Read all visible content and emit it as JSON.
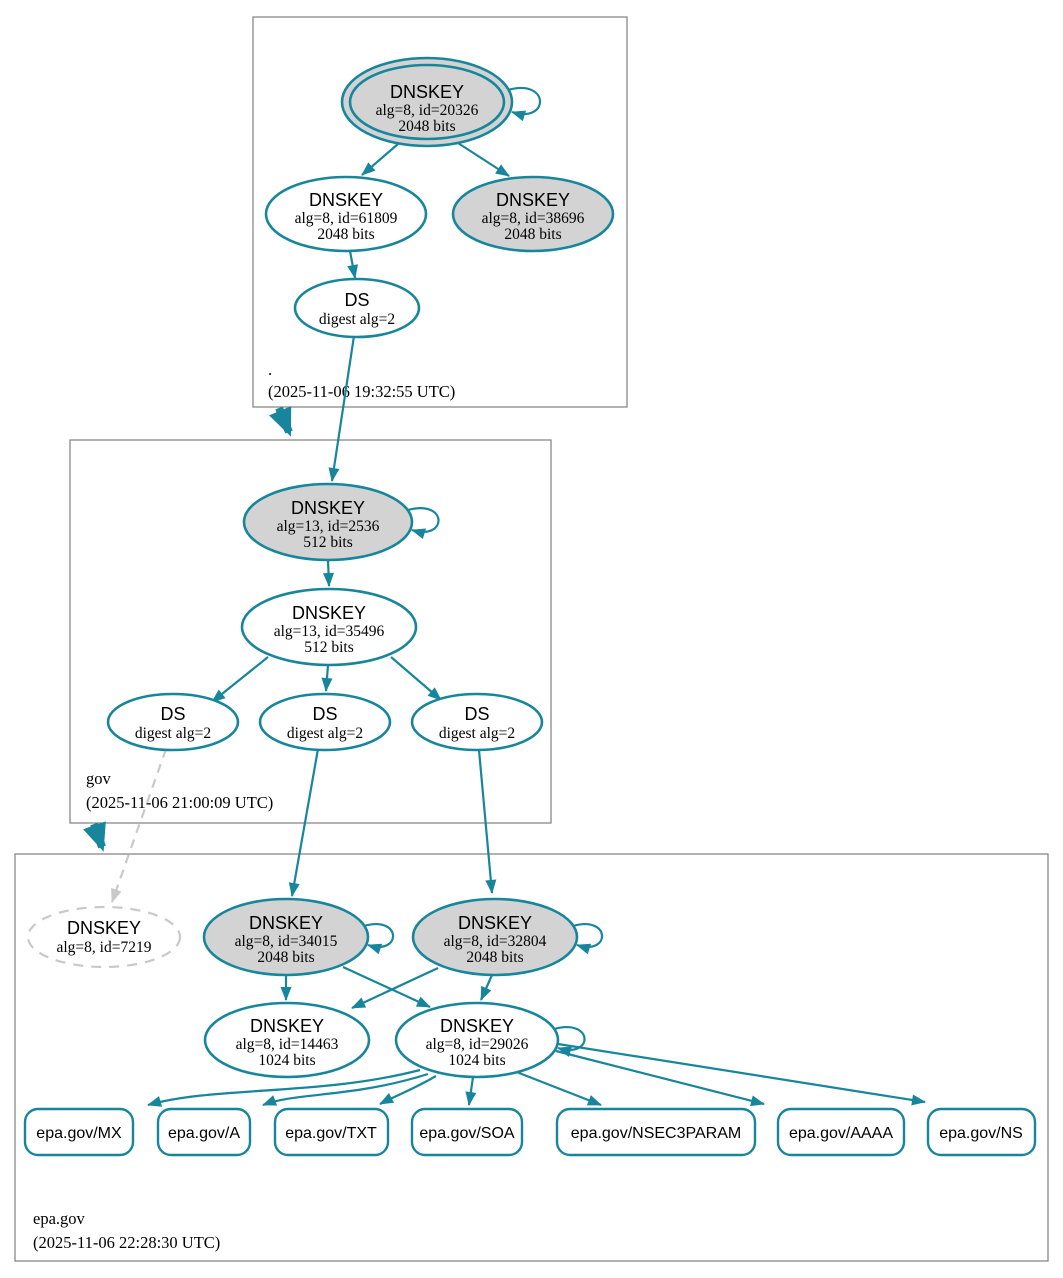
{
  "colors": {
    "edge_teal": "#17869c",
    "sep_key_fill": "#d3d3d3",
    "plain_fill": "#ffffff",
    "missing_stroke": "#c9c9c9",
    "zone_box_stroke": "#7f7f7f"
  },
  "zones": {
    "root": {
      "label": ".",
      "timestamp": "(2025-11-06 19:32:55 UTC)"
    },
    "gov": {
      "label": "gov",
      "timestamp": "(2025-11-06 21:00:09 UTC)"
    },
    "epa": {
      "label": "epa.gov",
      "timestamp": "(2025-11-06 22:28:30 UTC)"
    }
  },
  "nodes": {
    "root_ksk": {
      "type": "DNSKEY",
      "detail": "alg=8, id=20326",
      "bits": "2048 bits"
    },
    "root_zsk": {
      "type": "DNSKEY",
      "detail": "alg=8, id=61809",
      "bits": "2048 bits"
    },
    "root_key2": {
      "type": "DNSKEY",
      "detail": "alg=8, id=38696",
      "bits": "2048 bits"
    },
    "root_ds": {
      "type": "DS",
      "detail": "digest alg=2"
    },
    "gov_ksk": {
      "type": "DNSKEY",
      "detail": "alg=13, id=2536",
      "bits": "512 bits"
    },
    "gov_zsk": {
      "type": "DNSKEY",
      "detail": "alg=13, id=35496",
      "bits": "512 bits"
    },
    "gov_ds1": {
      "type": "DS",
      "detail": "digest alg=2"
    },
    "gov_ds2": {
      "type": "DS",
      "detail": "digest alg=2"
    },
    "gov_ds3": {
      "type": "DS",
      "detail": "digest alg=2"
    },
    "epa_missing": {
      "type": "DNSKEY",
      "detail": "alg=8, id=7219"
    },
    "epa_ksk1": {
      "type": "DNSKEY",
      "detail": "alg=8, id=34015",
      "bits": "2048 bits"
    },
    "epa_ksk2": {
      "type": "DNSKEY",
      "detail": "alg=8, id=32804",
      "bits": "2048 bits"
    },
    "epa_zsk1": {
      "type": "DNSKEY",
      "detail": "alg=8, id=14463",
      "bits": "1024 bits"
    },
    "epa_zsk2": {
      "type": "DNSKEY",
      "detail": "alg=8, id=29026",
      "bits": "1024 bits"
    }
  },
  "rrsets": [
    {
      "label": "epa.gov/MX"
    },
    {
      "label": "epa.gov/A"
    },
    {
      "label": "epa.gov/TXT"
    },
    {
      "label": "epa.gov/SOA"
    },
    {
      "label": "epa.gov/NSEC3PARAM"
    },
    {
      "label": "epa.gov/AAAA"
    },
    {
      "label": "epa.gov/NS"
    }
  ]
}
